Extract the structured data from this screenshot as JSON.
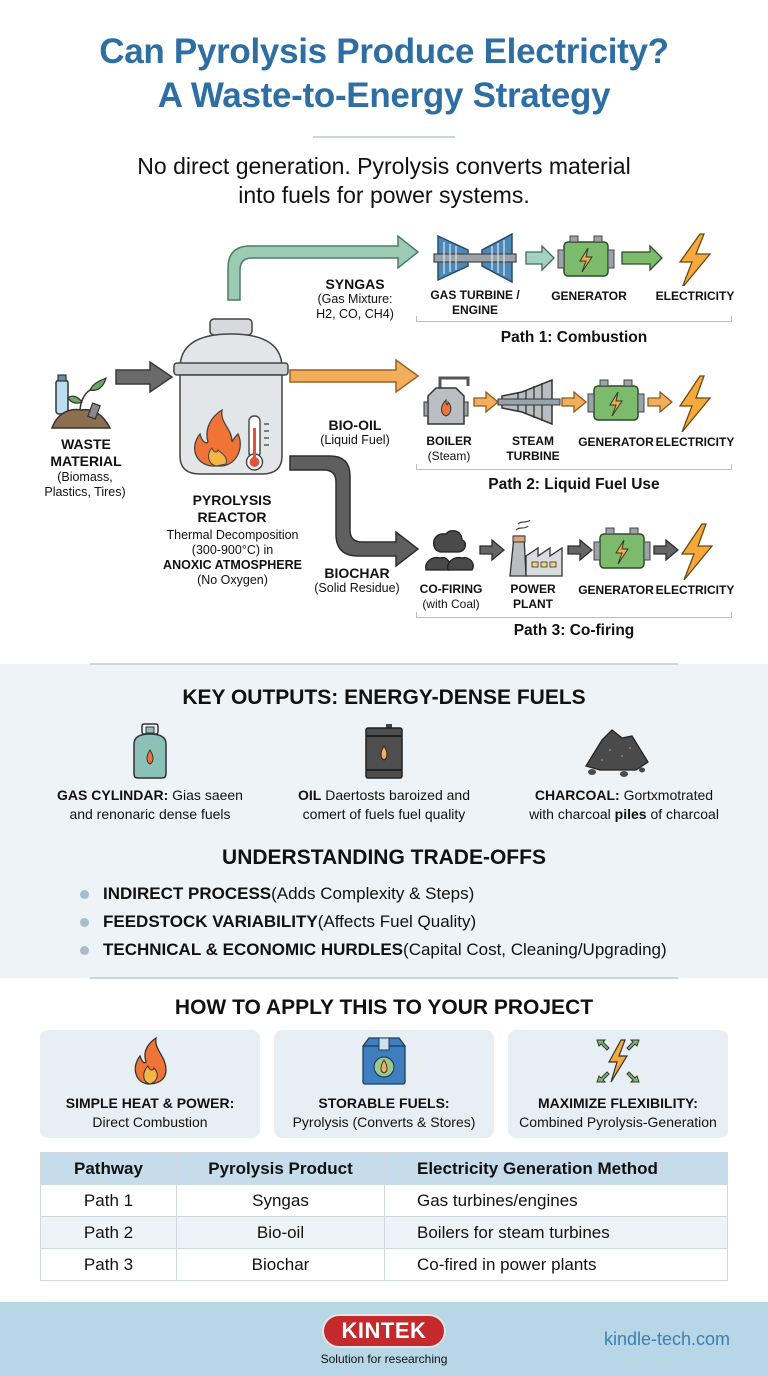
{
  "header": {
    "title_line1": "Can Pyrolysis Produce Electricity?",
    "title_line2": "A Waste-to-Energy Strategy",
    "subtitle_line1": "No direct generation. Pyrolysis converts material",
    "subtitle_line2": "into fuels for power systems."
  },
  "diagram": {
    "input": {
      "title_line1": "WASTE",
      "title_line2": "MATERIAL",
      "desc_line1": "(Biomass,",
      "desc_line2": "Plastics, Tires)",
      "icon": "waste-pile-icon"
    },
    "reactor": {
      "title_line1": "PYROLYSIS",
      "title_line2": "REACTOR",
      "desc_line1": "Thermal Decomposition",
      "desc_line2": "(300-900°C) in",
      "desc_line3": "ANOXIC ATMOSPHERE",
      "desc_line4": "(No Oxygen)",
      "icon": "reactor-vessel-icon"
    },
    "outputs": [
      {
        "name": "SYNGAS",
        "desc_line1": "(Gas Mixture:",
        "desc_line2": "H2, CO, CH4)",
        "arrow_color": "#9ccbb4"
      },
      {
        "name": "BIO-OIL",
        "desc_line1": "(Liquid Fuel)",
        "arrow_color": "#f2ae5a"
      },
      {
        "name": "BIOCHAR",
        "desc_line1": "(Solid Residue)",
        "arrow_color": "#5f5f5f"
      }
    ],
    "paths": [
      {
        "title": "Path 1: Combustion",
        "steps": [
          {
            "label_line1": "GAS TURBINE /",
            "label_line2": "ENGINE",
            "icon": "gas-turbine-icon"
          },
          {
            "label_line1": "GENERATOR",
            "icon": "generator-icon"
          },
          {
            "label_line1": "ELECTRICITY",
            "icon": "lightning-bolt-icon"
          }
        ]
      },
      {
        "title": "Path 2: Liquid Fuel Use",
        "steps": [
          {
            "label_line1": "BOILER",
            "label_line2": "(Steam)",
            "icon": "boiler-icon"
          },
          {
            "label_line1": "STEAM",
            "label_line2": "TURBINE",
            "icon": "steam-turbine-icon"
          },
          {
            "label_line1": "GENERATOR",
            "icon": "generator-icon"
          },
          {
            "label_line1": "ELECTRICITY",
            "icon": "lightning-bolt-icon"
          }
        ]
      },
      {
        "title": "Path 3: Co-firing",
        "steps": [
          {
            "label_line1": "CO-FIRING",
            "label_line2": "(with Coal)",
            "icon": "coal-icon"
          },
          {
            "label_line1": "POWER",
            "label_line2": "PLANT",
            "icon": "power-plant-icon"
          },
          {
            "label_line1": "GENERATOR",
            "icon": "generator-icon"
          },
          {
            "label_line1": "ELECTRICITY",
            "icon": "lightning-bolt-icon"
          }
        ]
      }
    ]
  },
  "key_outputs": {
    "heading": "KEY OUTPUTS: ENERGY-DENSE FUELS",
    "items": [
      {
        "bold": "GAS CYLINDAR:",
        "text_line1": " Gias saeen",
        "text_line2": "and renonaric dense fuels",
        "icon": "gas-cylinder-icon"
      },
      {
        "bold": "OIL",
        "text_line1": " Daertosts baroized and",
        "text_line2": "comert of fuels fuel quality",
        "icon": "oil-barrel-icon"
      },
      {
        "bold": "CHARCOAL:",
        "text_line1": " Gortxmotrated",
        "text_line2_pre": "with charcoal ",
        "text_line2_bold": "piles",
        "text_line2_post": " of charcoal",
        "icon": "charcoal-pile-icon"
      }
    ]
  },
  "tradeoffs": {
    "heading": "UNDERSTANDING TRADE-OFFS",
    "items": [
      {
        "bold": "INDIRECT PROCESS",
        "text": " (Adds Complexity & Steps)"
      },
      {
        "bold": "FEEDSTOCK VARIABILITY",
        "text": " (Affects Fuel Quality)"
      },
      {
        "bold": "TECHNICAL & ECONOMIC HURDLES",
        "text": " (Capital Cost, Cleaning/Upgrading)"
      }
    ]
  },
  "apply": {
    "heading": "HOW TO APPLY THIS TO YOUR PROJECT",
    "cards": [
      {
        "title": "SIMPLE HEAT & POWER:",
        "text": "Direct Combustion",
        "icon": "flame-icon"
      },
      {
        "title": "STORABLE FUELS:",
        "text": "Pyrolysis (Converts & Stores)",
        "icon": "fuel-storage-box-icon"
      },
      {
        "title": "MAXIMIZE FLEXIBILITY:",
        "text": "Combined Pyrolysis-Generation",
        "icon": "flexible-energy-icon"
      }
    ]
  },
  "table": {
    "headers": [
      "Pathway",
      "Pyrolysis Product",
      "Electricity Generation Method"
    ],
    "rows": [
      [
        "Path 1",
        "Syngas",
        "Gas turbines/engines"
      ],
      [
        "Path 2",
        "Bio-oil",
        "Boilers for steam turbines"
      ],
      [
        "Path 3",
        "Biochar",
        "Co-fired in power plants"
      ]
    ]
  },
  "footer": {
    "logo": "KINTEK",
    "tagline": "Solution for researching",
    "website": "kindle-tech.com"
  },
  "colors": {
    "title_blue": "#2d6ea3",
    "syngas_green": "#9ccbb4",
    "biooil_orange": "#f2ae5a",
    "biochar_gray": "#5f5f5f",
    "brand_red": "#c42a2b",
    "footer_blue": "#b7d6e6"
  }
}
